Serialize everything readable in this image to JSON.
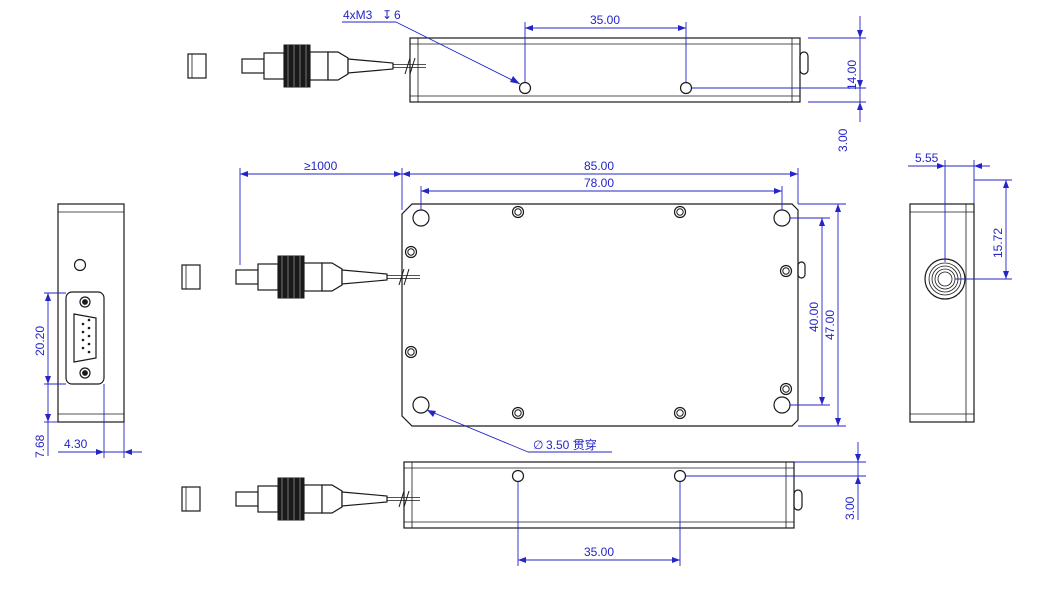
{
  "dimensions": {
    "top_thread": "4xM3",
    "top_depth": "6",
    "top_hole_spacing": "35.00",
    "top_height": "14.00",
    "top_offset": "3.00",
    "cable_length": "≥1000",
    "body_length": "85.00",
    "hole_spacing_length": "78.00",
    "hole_spacing_width": "40.00",
    "body_width": "47.00",
    "thru_hole": "3.50 贯穿",
    "side_offset": "5.55",
    "side_center": "15.72",
    "connector_height": "20.20",
    "connector_offset": "7.68",
    "connector_depth": "4.30",
    "bottom_hole_spacing": "35.00",
    "bottom_offset": "3.00"
  }
}
